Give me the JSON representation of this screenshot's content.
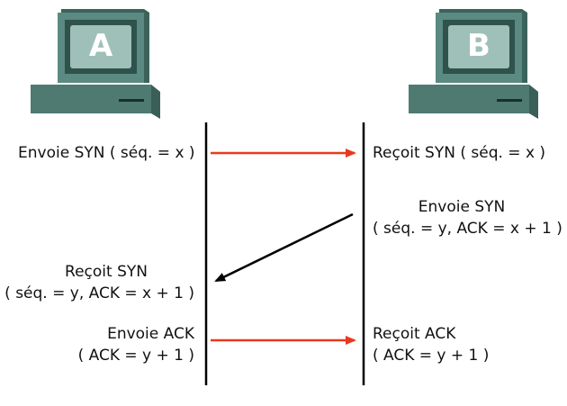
{
  "hosts": {
    "a": {
      "label": "A"
    },
    "b": {
      "label": "B"
    }
  },
  "steps": [
    {
      "left": "Envoie SYN ( séq. = x )",
      "right": "Reçoit SYN ( séq. = x )",
      "direction": "A-to-B"
    },
    {
      "left_line1": "Reçoit SYN",
      "left_line2": "( séq. = y, ACK = x + 1 )",
      "right_line1": "Envoie SYN",
      "right_line2": "( séq. = y, ACK = x + 1 )",
      "direction": "B-to-A"
    },
    {
      "left_line1": "Envoie ACK",
      "left_line2": "( ACK = y + 1 )",
      "right_line1": "Reçoit ACK",
      "right_line2": "( ACK = y + 1 )",
      "direction": "A-to-B"
    }
  ],
  "colors": {
    "arrow_forward": "#e8391f",
    "arrow_back": "#000000",
    "monitor_body": "#4a7a72",
    "monitor_screen": "#9fc0b8"
  }
}
